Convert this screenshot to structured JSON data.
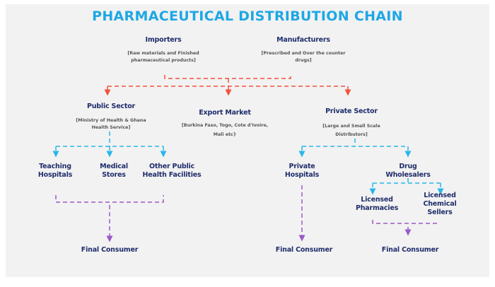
{
  "title": "PHARMACEUTICAL DISTRIBUTION CHAIN",
  "sources": [
    {
      "label": "Importers",
      "note_1": "[Raw materials and Finished",
      "note_2": "pharmaceutical products]"
    },
    {
      "label": "Manufacturers",
      "note_1": "[Prescribed and Over the counter",
      "note_2": "drugs]"
    }
  ],
  "sectors": {
    "public": {
      "label": "Public Sector",
      "note_1": "[Ministry of Health & Ghana",
      "note_2": "Health Service]"
    },
    "export": {
      "label": "Export Market",
      "note_1": "[Burkina Faso, Togo, Cote d'Ivoire,",
      "note_2": "Mali etc}"
    },
    "private": {
      "label": "Private Sector",
      "note_1": "[Large and Small Scale",
      "note_2": "Distributors]"
    }
  },
  "public_outlets": [
    {
      "line_1": "Teaching",
      "line_2": "Hospitals"
    },
    {
      "line_1": "Medical",
      "line_2": "Stores"
    },
    {
      "line_1": "Other Public",
      "line_2": "Health Facilities"
    }
  ],
  "private_outlets": [
    {
      "line_1": "Private",
      "line_2": "Hospitals"
    },
    {
      "line_1": "Drug",
      "line_2": "Wholesalers"
    }
  ],
  "retail_outlets": [
    {
      "line_1": "Licensed",
      "line_2": "Pharmacies"
    },
    {
      "line_1": "Licensed",
      "line_2": "Chemical",
      "line_3": "Sellers"
    }
  ],
  "final_consumer": "Final Consumer",
  "colors": {
    "title": "#1ea7e4",
    "text": "#1f2d6b",
    "red": "#f0533c",
    "blue": "#29b6e8",
    "purple": "#9b59c9"
  }
}
